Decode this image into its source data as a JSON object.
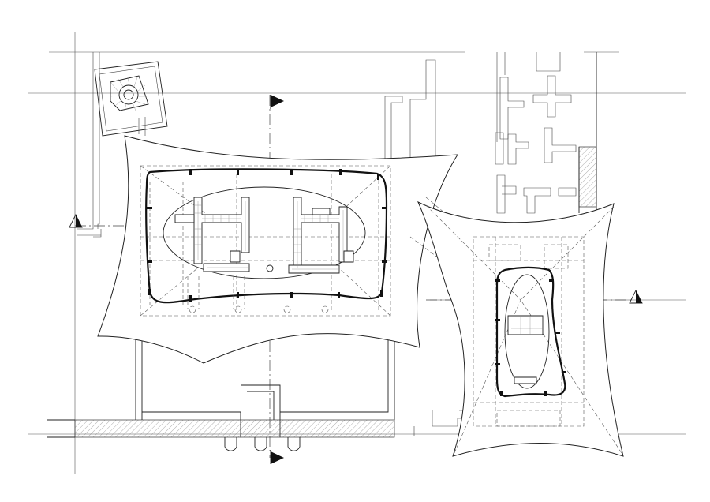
{
  "drawing": {
    "line_color": "#222222",
    "background": "#ffffff",
    "section_markers": [
      {
        "direction": "down"
      },
      {
        "direction": "up"
      },
      {
        "direction": "left"
      },
      {
        "direction": "right"
      }
    ]
  }
}
